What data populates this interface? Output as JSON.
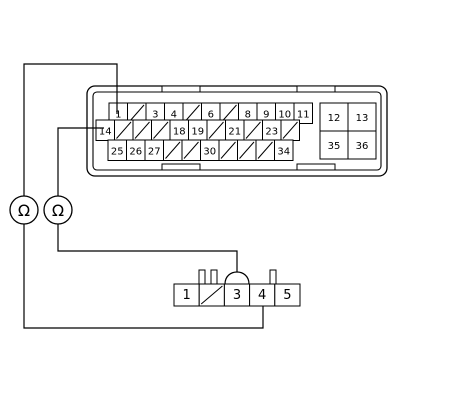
{
  "colors": {
    "line": "#000000",
    "background": "#ffffff"
  },
  "connector_large": {
    "row1": [
      {
        "label": "1"
      },
      {
        "label": ""
      },
      {
        "label": "3"
      },
      {
        "label": "4"
      },
      {
        "label": ""
      },
      {
        "label": "6"
      },
      {
        "label": ""
      },
      {
        "label": "8"
      },
      {
        "label": "9"
      },
      {
        "label": "10"
      },
      {
        "label": "11"
      }
    ],
    "row2": [
      {
        "label": "14"
      },
      {
        "label": ""
      },
      {
        "label": ""
      },
      {
        "label": ""
      },
      {
        "label": "18"
      },
      {
        "label": "19"
      },
      {
        "label": ""
      },
      {
        "label": "21"
      },
      {
        "label": ""
      },
      {
        "label": "23"
      },
      {
        "label": ""
      }
    ],
    "row3": [
      {
        "label": "25"
      },
      {
        "label": "26"
      },
      {
        "label": "27"
      },
      {
        "label": ""
      },
      {
        "label": ""
      },
      {
        "label": "30"
      },
      {
        "label": ""
      },
      {
        "label": ""
      },
      {
        "label": ""
      },
      {
        "label": "34"
      }
    ],
    "right_block": [
      {
        "label": "12"
      },
      {
        "label": "13"
      },
      {
        "label": "35"
      },
      {
        "label": "36"
      }
    ]
  },
  "connector_small": {
    "pins": [
      {
        "label": "1"
      },
      {
        "label": ""
      },
      {
        "label": "3"
      },
      {
        "label": "4"
      },
      {
        "label": "5"
      }
    ]
  },
  "meters": [
    {
      "symbol": "Ω",
      "icon": "ohmmeter-icon"
    },
    {
      "symbol": "Ω",
      "icon": "ohmmeter-icon"
    }
  ]
}
